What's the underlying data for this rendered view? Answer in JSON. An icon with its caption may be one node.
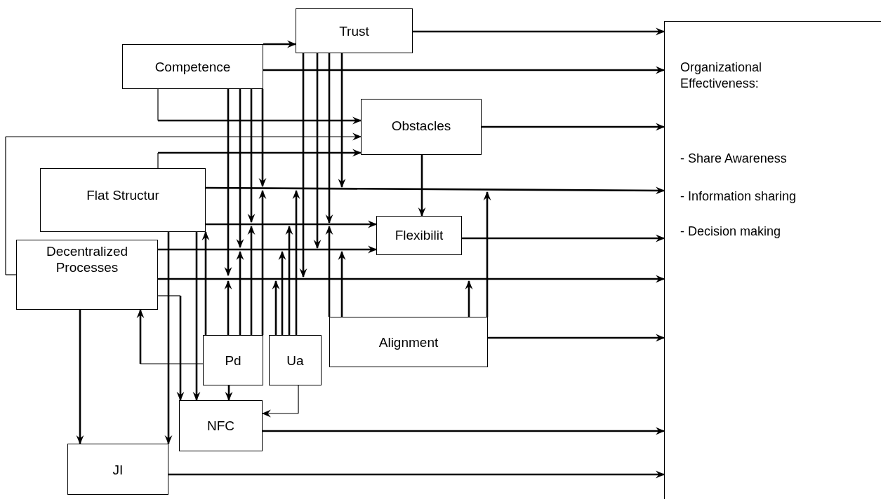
{
  "diagram": {
    "nodes": [
      {
        "text": [
          "Trust"
        ]
      },
      {
        "text": [
          "Competence"
        ]
      },
      {
        "text": [
          "Obstacles"
        ]
      },
      {
        "text": [
          "Flat Structur"
        ]
      },
      {
        "text": [
          "Flexibilit"
        ]
      },
      {
        "text": [
          "Decentralized Processes"
        ]
      },
      {
        "text": [
          "Pd"
        ]
      },
      {
        "text": [
          "Ua"
        ]
      },
      {
        "text": [
          "Alignment"
        ]
      },
      {
        "text": [
          "NFC"
        ]
      },
      {
        "text": [
          "JI"
        ]
      },
      {
        "text": [
          "Organizational Effectiveness:",
          "- Share Awareness",
          "- Information sharing",
          "- Decision making"
        ]
      }
    ],
    "edges": [
      {
        "from": 1,
        "to": 0,
        "arrow": "to"
      },
      {
        "from": 0,
        "to": 11,
        "arrow": "to"
      },
      {
        "from": 1,
        "to": 11,
        "arrow": "to"
      },
      {
        "from": 2,
        "to": 11,
        "arrow": "to"
      },
      {
        "from": 3,
        "to": 11,
        "arrow": "to"
      },
      {
        "from": 4,
        "to": 11,
        "arrow": "to"
      },
      {
        "from": 5,
        "to": 11,
        "arrow": "to"
      },
      {
        "from": 8,
        "to": 11,
        "arrow": "to"
      },
      {
        "from": 9,
        "to": 11,
        "arrow": "to"
      },
      {
        "from": 10,
        "to": 11,
        "arrow": "to"
      },
      {
        "from": 1,
        "to": 2,
        "arrow": "to"
      },
      {
        "from": 5,
        "to": 2,
        "arrow": "to"
      },
      {
        "from": 3,
        "to": 2,
        "arrow": "to"
      },
      {
        "from": 2,
        "to": 4,
        "arrow": "to"
      },
      {
        "from": 3,
        "to": 4,
        "arrow": "to"
      },
      {
        "from": 5,
        "to": 4,
        "arrow": "to"
      },
      {
        "from": 8,
        "to": null,
        "arrow": "to"
      },
      {
        "from": 6,
        "to": 5,
        "arrow": "to"
      },
      {
        "from": 5,
        "to": 9,
        "arrow": "to"
      },
      {
        "from": 3,
        "to": 9,
        "arrow": "to"
      },
      {
        "from": 3,
        "to": 10,
        "arrow": "to"
      },
      {
        "from": 5,
        "to": 10,
        "arrow": "to"
      },
      {
        "from": 6,
        "to": 9,
        "arrow": "to"
      },
      {
        "from": 7,
        "to": 9,
        "arrow": "to"
      },
      {
        "from": 1,
        "to": null,
        "arrow": "to"
      },
      {
        "from": 1,
        "to": null,
        "arrow": "to"
      },
      {
        "from": 1,
        "to": null,
        "arrow": "to"
      },
      {
        "from": 1,
        "to": null,
        "arrow": "to"
      },
      {
        "from": 0,
        "to": null,
        "arrow": "to"
      },
      {
        "from": 0,
        "to": null,
        "arrow": "to"
      },
      {
        "from": 0,
        "to": null,
        "arrow": "to"
      },
      {
        "from": 0,
        "to": null,
        "arrow": "to"
      },
      {
        "from": 6,
        "to": 3,
        "arrow": "to"
      },
      {
        "from": 6,
        "to": null,
        "arrow": "to"
      },
      {
        "from": 6,
        "to": null,
        "arrow": "to"
      },
      {
        "from": 6,
        "to": null,
        "arrow": "to"
      },
      {
        "from": 6,
        "to": null,
        "arrow": "to"
      },
      {
        "from": 7,
        "to": null,
        "arrow": "to"
      },
      {
        "from": 7,
        "to": null,
        "arrow": "to"
      },
      {
        "from": 7,
        "to": null,
        "arrow": "to"
      },
      {
        "from": 7,
        "to": null,
        "arrow": "to"
      },
      {
        "from": 8,
        "to": null,
        "arrow": "to"
      },
      {
        "from": 8,
        "to": null,
        "arrow": "to"
      },
      {
        "from": 8,
        "to": null,
        "arrow": "to"
      }
    ]
  }
}
